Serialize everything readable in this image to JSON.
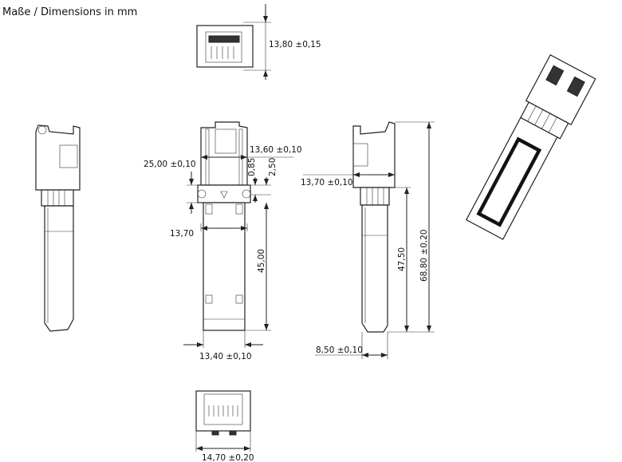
{
  "title": "Maße / Dimensions in mm",
  "dimensions": {
    "top_height": "13,80 ±0,15",
    "front_overall": "25,00 ±0,10",
    "front_width_top": "13,60 ±0,10",
    "front_small_gap": "0,85",
    "front_offset": "2,50",
    "front_width_mid": "13,70",
    "front_length": "45,00",
    "front_width_bottom": "13,40 ±0,10",
    "side_head_width": "13,70 ±0,10",
    "side_body_length": "47,50",
    "side_total_length": "68,80 ±0,20",
    "side_body_width": "8,50 ±0,10",
    "bottom_width": "14,70 ±0,20"
  }
}
